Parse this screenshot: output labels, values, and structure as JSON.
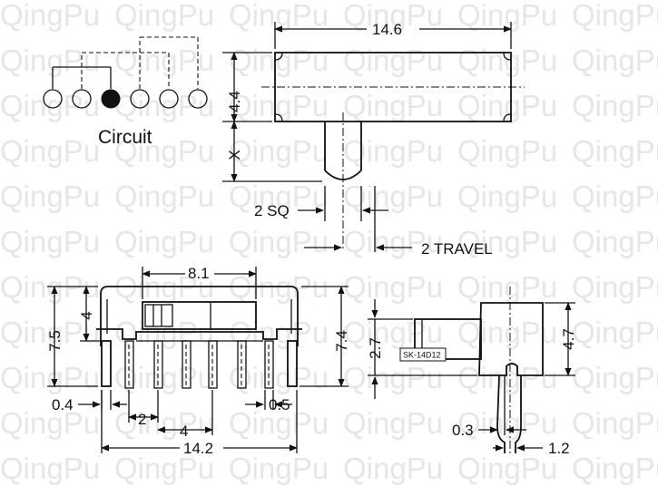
{
  "watermark": "QingPu",
  "circuit": {
    "label": "Circuit"
  },
  "top_view": {
    "width": "14.6",
    "height": "4.4",
    "lever_height": "X",
    "lever_square": "2 SQ",
    "travel": "2 TRAVEL"
  },
  "front_view": {
    "top_width": "8.1",
    "height_left": "7.5",
    "height_inner": "4",
    "height_right": "7.4",
    "pin_thickness": "0.4",
    "pin_pitch_small": "2",
    "pin_pitch_large": "4",
    "pin_width": "0.5",
    "total_width": "14.2"
  },
  "side_view": {
    "height_left": "2.7",
    "height_right": "4.7",
    "part_label": "SK-14D12",
    "pin_thickness": "0.3",
    "pin_spacing": "1.2"
  }
}
